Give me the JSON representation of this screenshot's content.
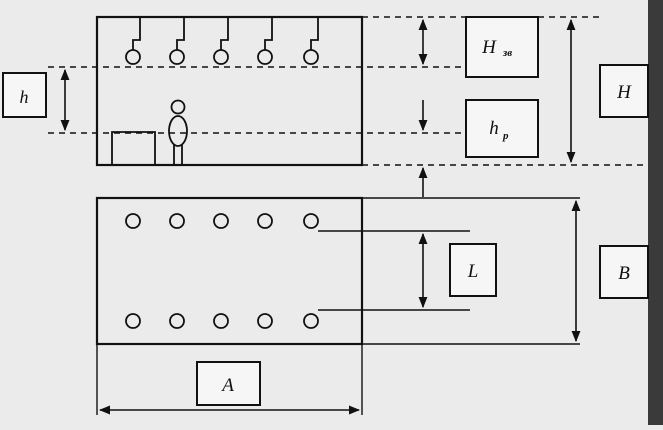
{
  "diagram": {
    "labels": {
      "h": "h",
      "h_zv_main": "H",
      "h_zv_sub": "зв",
      "h_r_main": "h",
      "h_r_sub": "р",
      "H": "H",
      "L": "L",
      "B": "B",
      "A": "A"
    },
    "elevation_view": {
      "pendant_lamps": 5,
      "has_worker_figure": true,
      "has_machine_block": true
    },
    "plan_view": {
      "lamp_rows": 2,
      "lamps_per_row": 5
    },
    "colors": {
      "background": "#ebebeb",
      "line": "#111111"
    }
  }
}
